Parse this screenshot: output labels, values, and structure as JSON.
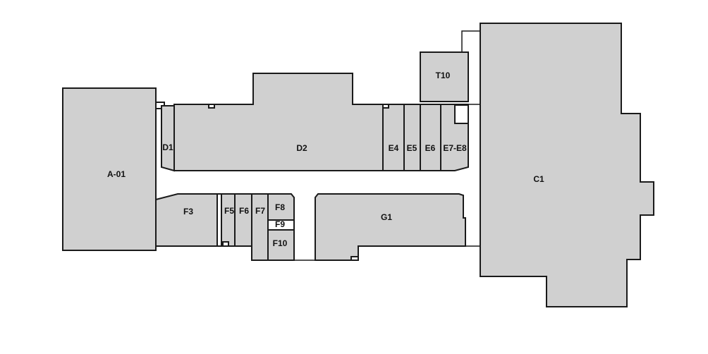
{
  "plan": {
    "colors": {
      "room_fill": "#d0d0d0",
      "outline": "#1a1a1a",
      "background": "#ffffff"
    },
    "units": {
      "A01": "A-01",
      "D1": "D1",
      "D2": "D2",
      "E4": "E4",
      "E5": "E5",
      "E6": "E6",
      "E78": "E7-E8",
      "T10": "T10",
      "C1": "C1",
      "F3": "F3",
      "F5": "F5",
      "F6": "F6",
      "F7": "F7",
      "F8": "F8",
      "F9": "F9",
      "F10": "F10",
      "G1": "G1"
    }
  }
}
